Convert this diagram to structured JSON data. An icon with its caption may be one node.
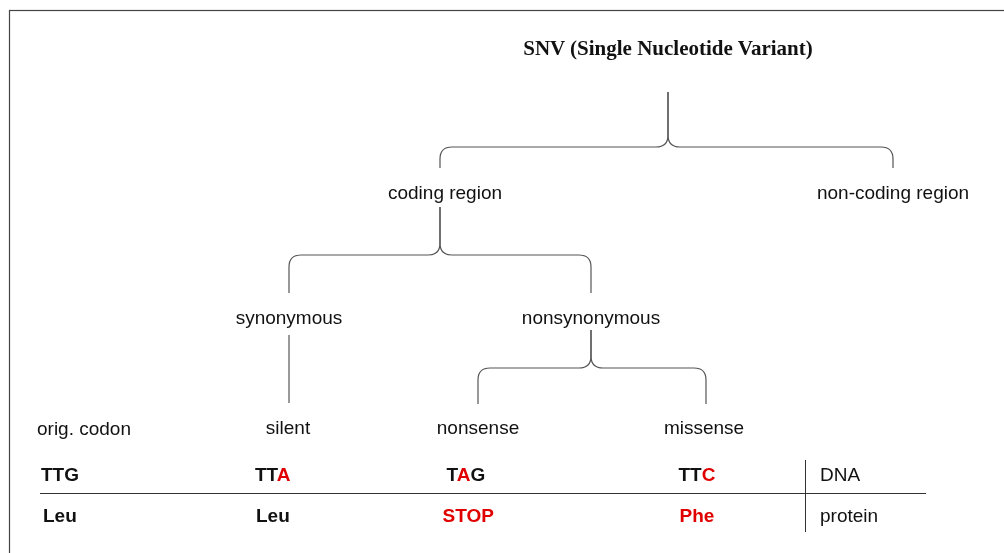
{
  "diagram": {
    "nodes": [
      {
        "text": [
          "SNV (Single Nucleotide Variant)"
        ]
      },
      {
        "text": [
          "coding region"
        ]
      },
      {
        "text": [
          "non-coding region"
        ]
      },
      {
        "text": [
          "synonymous"
        ]
      },
      {
        "text": [
          "nonsynonymous"
        ]
      },
      {
        "text": [
          "silent"
        ]
      },
      {
        "text": [
          "nonsense"
        ]
      },
      {
        "text": [
          "missense"
        ]
      }
    ],
    "edges": [
      {
        "from": 0,
        "to": 1,
        "arrow": "none"
      },
      {
        "from": 0,
        "to": 2,
        "arrow": "none"
      },
      {
        "from": 1,
        "to": 3,
        "arrow": "none"
      },
      {
        "from": 1,
        "to": 4,
        "arrow": "none"
      },
      {
        "from": 3,
        "to": 5,
        "arrow": "none"
      },
      {
        "from": 4,
        "to": 6,
        "arrow": "none"
      },
      {
        "from": 4,
        "to": 7,
        "arrow": "none"
      }
    ],
    "labels": [
      "orig. codon",
      "TTG",
      "TTA",
      "TAG",
      "TTC",
      "DNA",
      "Leu",
      "Leu",
      "STOP",
      "Phe",
      "protein"
    ]
  }
}
